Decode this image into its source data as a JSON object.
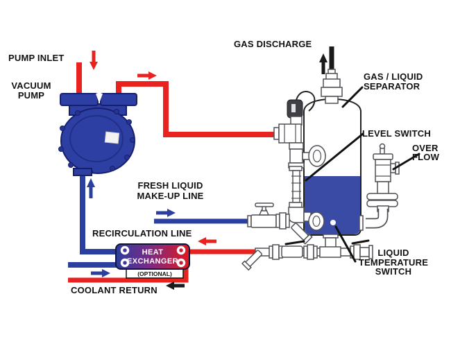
{
  "diagram": {
    "description": "Liquid ring vacuum pump with gas/liquid separator and recirculation heat exchanger schematic",
    "labels": {
      "pump_inlet": "PUMP INLET",
      "vacuum_pump_1": "VACUUM",
      "vacuum_pump_2": "PUMP",
      "gas_discharge": "GAS DISCHARGE",
      "separator_1": "GAS / LIQUID",
      "separator_2": "SEPARATOR",
      "level_switch": "LEVEL SWITCH",
      "overflow_1": "OVER",
      "overflow_2": "FLOW",
      "makeup_1": "FRESH LIQUID",
      "makeup_2": "MAKE-UP LINE",
      "recirculation": "RECIRCULATION LINE",
      "hx_1": "HEAT",
      "hx_2": "EXCHANGER",
      "hx_note": "(OPTIONAL)",
      "coolant_return": "COOLANT RETURN",
      "temp_switch_1": "LIQUID",
      "temp_switch_2": "TEMPERATURE",
      "temp_switch_3": "SWITCH"
    },
    "colors": {
      "pipe_red": "#e8231f",
      "pipe_blue": "#2a3f9e",
      "pump_blue": "#2e3fa3",
      "liquid_blue": "#3a4ba6",
      "hx_blue": "#2b3e9b",
      "hx_red": "#e01920",
      "outline_grey": "#4f4f55",
      "text_dark": "#111111"
    },
    "icons": {
      "flow_arrows": [
        {
          "name": "pump-inlet-flow-arrow",
          "direction": "down",
          "color": "red"
        },
        {
          "name": "discharge-flow-arrow",
          "direction": "right",
          "color": "red"
        },
        {
          "name": "gas-discharge-flow-arrow",
          "direction": "up",
          "color": "black"
        },
        {
          "name": "return-flow-arrow",
          "direction": "up",
          "color": "blue"
        },
        {
          "name": "makeup-flow-arrow",
          "direction": "right",
          "color": "blue"
        },
        {
          "name": "recirculation-flow-arrow",
          "direction": "left",
          "color": "red"
        },
        {
          "name": "coolant-in-flow-arrow",
          "direction": "right",
          "color": "blue"
        },
        {
          "name": "coolant-return-flow-arrow",
          "direction": "left",
          "color": "black"
        }
      ]
    }
  }
}
